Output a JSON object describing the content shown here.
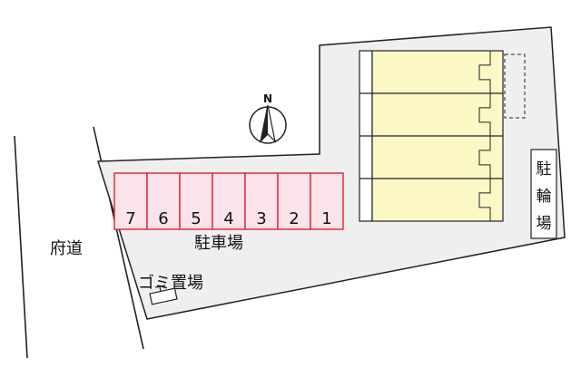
{
  "compass": {
    "label": "N"
  },
  "road": {
    "label": "府道"
  },
  "parking": {
    "label": "駐車場",
    "fill": "#fbe3ea",
    "stroke": "#e3203b",
    "spaces": [
      "7",
      "6",
      "5",
      "4",
      "3",
      "2",
      "1"
    ]
  },
  "garbage": {
    "label": "ゴミ置場"
  },
  "bicycle_parking": {
    "chars": [
      "駐",
      "輪",
      "場"
    ]
  },
  "building": {
    "fill": "#fbf8c6",
    "units": 4
  },
  "lot": {
    "fill": "#efefef",
    "outline": "#222222"
  }
}
